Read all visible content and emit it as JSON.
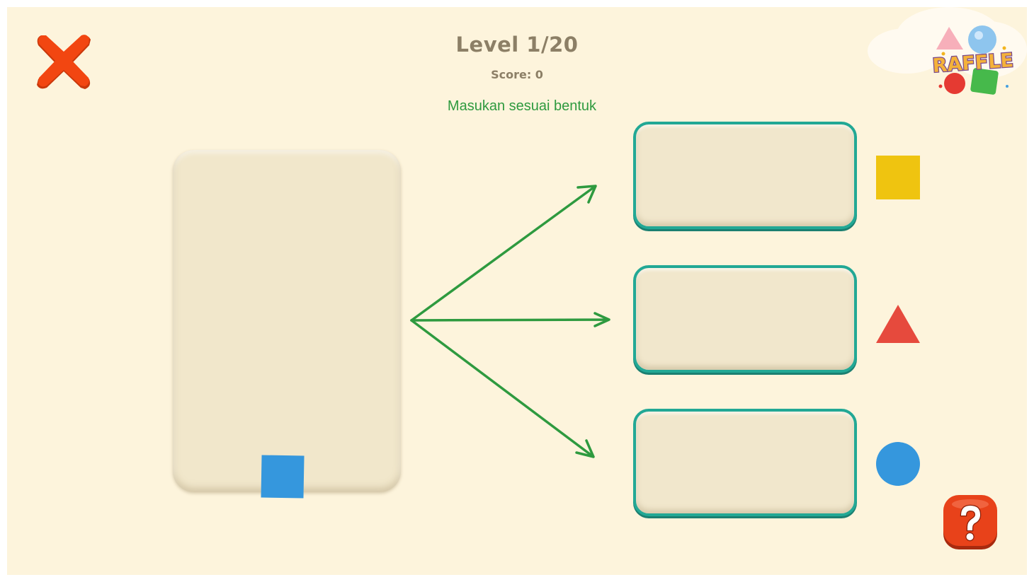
{
  "header": {
    "level_text": "Level 1/20",
    "score_text": "Score: 0",
    "instruction": "Masukan sesuai bentuk"
  },
  "logo": {
    "text": "RAFFLE"
  },
  "source_piece": {
    "shape": "square",
    "color": "#3597dd"
  },
  "targets": [
    {
      "shape": "square",
      "color": "#efc410"
    },
    {
      "shape": "triangle",
      "color": "#e64a3d"
    },
    {
      "shape": "circle",
      "color": "#3597dd"
    }
  ],
  "colors": {
    "background": "#fdf4dc",
    "arrow": "#2e9a3f",
    "box_border": "#22a895",
    "close_button": "#f24611",
    "help_button": "#e8421a"
  },
  "icons": {
    "close": "close-x-icon",
    "help": "question-mark-icon"
  }
}
